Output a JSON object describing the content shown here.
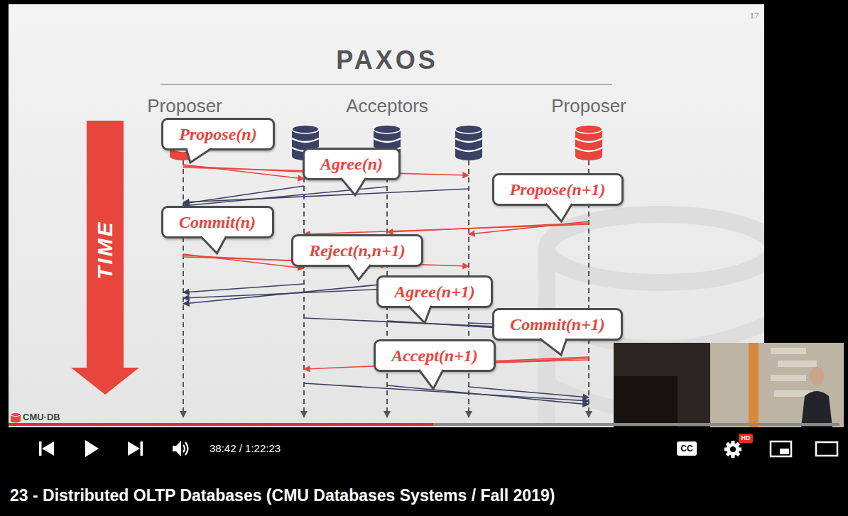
{
  "diagram": {
    "title": "PAXOS",
    "nodes": [
      {
        "text": [
          "TIME"
        ]
      },
      {
        "text": [
          "Propose(n)"
        ]
      },
      {
        "text": [
          "Agree(n)"
        ]
      },
      {
        "text": [
          "Propose(n+1)"
        ]
      },
      {
        "text": [
          "Commit(n)"
        ]
      },
      {
        "text": [
          "Reject(n,n+1)"
        ]
      },
      {
        "text": [
          "Agree(n+1)"
        ]
      },
      {
        "text": [
          "Commit(n+1)"
        ]
      },
      {
        "text": [
          "Accept(n+1)"
        ]
      }
    ],
    "labels": [
      "17",
      "Proposer",
      "Acceptors",
      "Proposer",
      "CMU·DB",
      "38:42 / 1:22:23",
      "CC",
      "HD",
      "23 - Distributed OLTP Databases (CMU Databases Systems / Fall 2019)"
    ]
  }
}
